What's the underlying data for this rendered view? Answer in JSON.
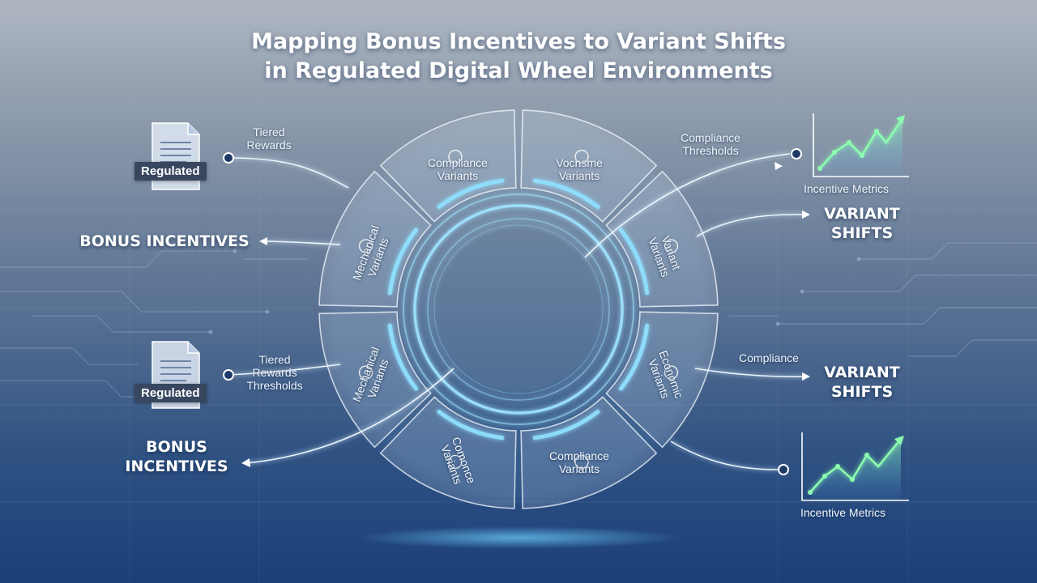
{
  "title": {
    "line1": "Mapping Bonus Incentives to Variant Shifts",
    "line2": "in Regulated Digital Wheel Environments"
  },
  "wheel": {
    "segments": [
      {
        "line1": "Mechanical",
        "line2": "Variants",
        "icon": "gear-icon"
      },
      {
        "line1": "Compliance",
        "line2": "Variants",
        "icon": "shield-icon"
      },
      {
        "line1": "Vochsme",
        "line2": "Variants",
        "icon": "gear-icon"
      },
      {
        "line1": "Variant",
        "line2": "Variants",
        "icon": "dollar-icon"
      },
      {
        "line1": "Economic",
        "line2": "Variants",
        "icon": "dollar-icon"
      },
      {
        "line1": "Compliance",
        "line2": "Variants",
        "icon": "shield-icon"
      },
      {
        "line1": "Comonce",
        "line2": "Variants",
        "icon": "shield-icon"
      },
      {
        "line1": "Mechanical",
        "line2": "Variants",
        "icon": "gear-icon"
      }
    ]
  },
  "left": {
    "doc_top": {
      "badge": "Regulated",
      "icon": "document-icon"
    },
    "doc_bottom": {
      "badge": "Regulated",
      "icon": "document-icon"
    },
    "tiered_top": {
      "line1": "Tiered",
      "line2": "Rewards"
    },
    "tiered_bottom": {
      "line1": "Tiered",
      "line2": "Rewards",
      "line3": "Thresholds"
    },
    "bonus_top": "BONUS INCENTIVES",
    "bonus_bottom": {
      "line1": "BONUS",
      "line2": "INCENTIVES"
    }
  },
  "right": {
    "compliance_thresholds": {
      "line1": "Compliance",
      "line2": "Thresholds"
    },
    "compliance": "Compliance",
    "variant_shifts_top": {
      "line1": "VARIANT",
      "line2": "SHIFTS"
    },
    "variant_shifts_bottom": {
      "line1": "VARIANT",
      "line2": "SHIFTS"
    },
    "metrics_top": {
      "label": "Incentive Metrics",
      "icon": "line-chart-icon"
    },
    "metrics_bottom": {
      "label": "Incentive Metrics",
      "icon": "line-chart-icon"
    }
  },
  "colors": {
    "glow": "#7fd6ff",
    "accent_green": "#8dffb0",
    "badge_bg": "#38475f"
  }
}
